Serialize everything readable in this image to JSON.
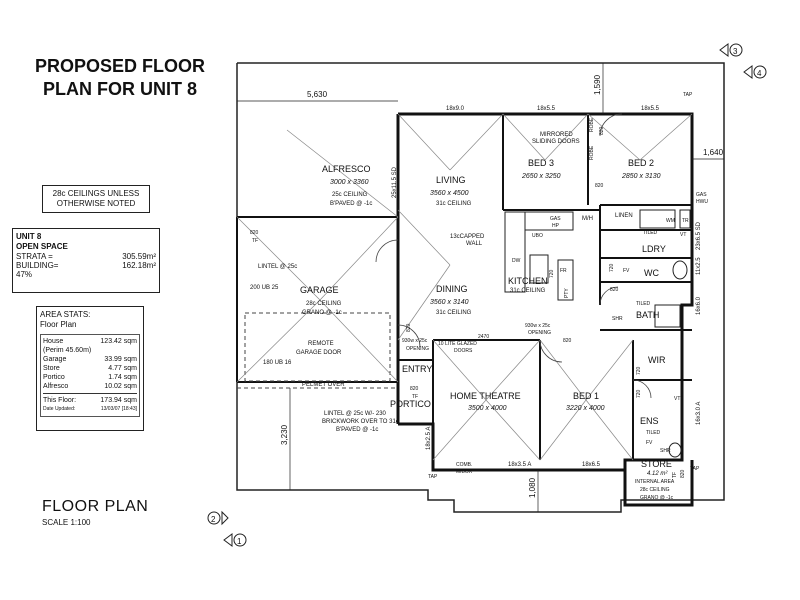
{
  "title": {
    "line1": "PROPOSED FLOOR",
    "line2": "PLAN FOR UNIT 8"
  },
  "ceiling_note": {
    "line1": "28c CEILINGS UNLESS",
    "line2": "OTHERWISE NOTED"
  },
  "unit_info": {
    "line1": "UNIT 8",
    "line2": "OPEN SPACE",
    "strata_label": "STRATA =",
    "strata_value": "305.59m²",
    "building_label": "BUILDING=",
    "building_value": "162.18m²",
    "percent": "47%"
  },
  "area_stats": {
    "title": "AREA STATS:",
    "subtitle": "Floor Plan",
    "rows": [
      {
        "label": "House",
        "value": "123.42 sqm"
      },
      {
        "label": "(Perim   45.60m)",
        "value": ""
      },
      {
        "label": "Garage",
        "value": "33.99 sqm"
      },
      {
        "label": "Store",
        "value": "4.77 sqm"
      },
      {
        "label": "Portico",
        "value": "1.74 sqm"
      },
      {
        "label": "Alfresco",
        "value": "10.02 sqm"
      }
    ],
    "total_label": "This Floor:",
    "total_value": "173.94 sqm",
    "updated": "Date Updated:",
    "updated_value": "13/03/07 [18:43]"
  },
  "floor_plan_label": "FLOOR PLAN",
  "scale": "SCALE 1:100",
  "rooms": {
    "alfresco": {
      "name": "ALFRESCO",
      "dims": "3000 x 3360",
      "note1": "25c CEILING",
      "note2": "B'PAVED @ -1c"
    },
    "living": {
      "name": "LIVING",
      "dims": "3560 x 4500",
      "note": "31c CEILING"
    },
    "bed3": {
      "name": "BED 3",
      "dims": "2650 x 3250"
    },
    "bed2": {
      "name": "BED 2",
      "dims": "2850 x 3130"
    },
    "garage": {
      "name": "GARAGE",
      "note1": "28c CEILING",
      "note2": "GRANO @ -1c"
    },
    "dining": {
      "name": "DINING",
      "dims": "3560 x 3140",
      "note": "31c CEILING"
    },
    "kitchen": {
      "name": "KITCHEN",
      "note": "31c CEILING"
    },
    "ldry": {
      "name": "LDRY"
    },
    "wc": {
      "name": "WC"
    },
    "bath": {
      "name": "BATH"
    },
    "entry": {
      "name": "ENTRY"
    },
    "portico": {
      "name": "PORTICO"
    },
    "home_theatre": {
      "name": "HOME THEATRE",
      "dims": "3500 x 4000"
    },
    "bed1": {
      "name": "BED 1",
      "dims": "3220 x 4000"
    },
    "wir": {
      "name": "WIR"
    },
    "ens": {
      "name": "ENS"
    },
    "store": {
      "name": "STORE",
      "dims": "4.12 m²",
      "note1": "28c CEILING",
      "note2": "GRANO @ -1c"
    }
  },
  "annotations": {
    "dim_5630": "5,630",
    "dim_1590": "1,590",
    "dim_1640": "1,640",
    "dim_3230": "3,230",
    "dim_1080": "1,080",
    "win_18x90": "18x9.0",
    "win_18x55": "18x5.5",
    "win_18x55b": "18x5.5",
    "win_25x115": "25x11.5 SD",
    "win_23x65": "23x6.5 SD",
    "win_11x25": "11x2.5",
    "win_16x60": "16x6.0",
    "win_16x30": "16x3.0 A",
    "win_18x35": "18x3.5 A",
    "win_18x65": "18x6.5",
    "win_18x25": "18x2.5 A",
    "tap1": "TAP",
    "tap2": "TAP",
    "tap3": "TAP",
    "gas_hwu": "GAS",
    "hwu": "HWU",
    "mirrored1": "MIRRORED",
    "mirrored2": "SLIDING DOORS",
    "robe1": "ROBE",
    "robe2": "ROBE",
    "d820a": "820",
    "d820b": "820",
    "d820c": "820",
    "d820d": "820",
    "d820e": "820",
    "d820f": "820",
    "d720a": "720",
    "d720b": "720",
    "d720c": "720",
    "d720d": "720",
    "linen": "LINEN",
    "mh": "M/H",
    "gas_hp": "GAS",
    "hp": "HP",
    "ubo": "UBO",
    "fr": "FR",
    "pty": "PTY",
    "dw": "DW",
    "tiled1": "TILED",
    "tiled2": "TILED",
    "tiled3": "TILED",
    "fv1": "FV",
    "fv2": "FV",
    "wm": "WM",
    "trough": "TR",
    "shr1": "SHR",
    "shr2": "SHR",
    "vt1": "VT",
    "vt2": "VT",
    "capped1": "13cCAPPED",
    "capped2": "WALL",
    "lintel1": "LINTEL @ 25c",
    "ub200": "200 UB 25",
    "ub180": "180 UB 16",
    "remote1": "REMOTE",
    "remote2": "GARAGE DOOR",
    "pelmet": "PELMET OVER",
    "lintel2": "LINTEL @ 25c W/- 230",
    "brick": "BRICKWORK OVER TO 31c",
    "bpaved": "B'PAVED @ -1c",
    "opening1": "930w x 25c",
    "opening1b": "OPENING",
    "opening2": "930w x 25c",
    "opening2b": "OPENING",
    "lite1": "10 LITE GLAZED",
    "lite2": "DOORS",
    "d2470": "2470",
    "tf1": "TF",
    "tf2": "TF",
    "tf3": "TF",
    "d820g": "820",
    "d820h": "820",
    "comb": "COMB.",
    "mbox": "M/BOX",
    "internal": "INTERNAL AREA",
    "marker1": "1",
    "marker2": "2",
    "marker3": "3",
    "marker4": "4"
  }
}
